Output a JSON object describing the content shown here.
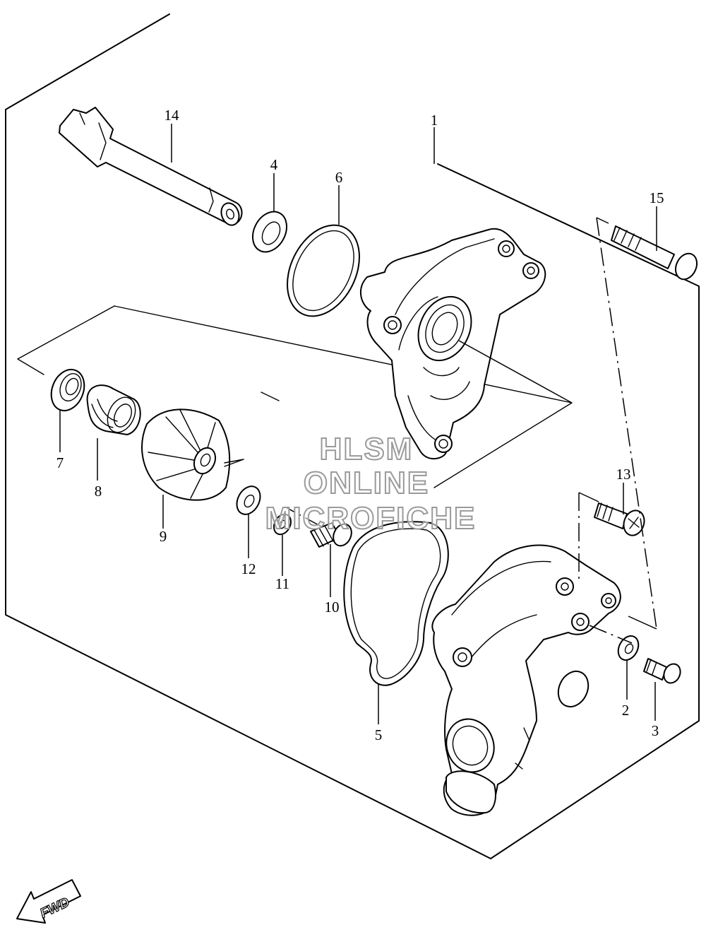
{
  "labels": [
    "1",
    "2",
    "3",
    "4",
    "5",
    "6",
    "7",
    "8",
    "9",
    "10",
    "11",
    "12",
    "13",
    "14",
    "15"
  ],
  "watermark": {
    "line1": "HLSM",
    "line2": "ONLINE",
    "line3": "MICROFICHE"
  },
  "direction": {
    "text": "FWD"
  }
}
